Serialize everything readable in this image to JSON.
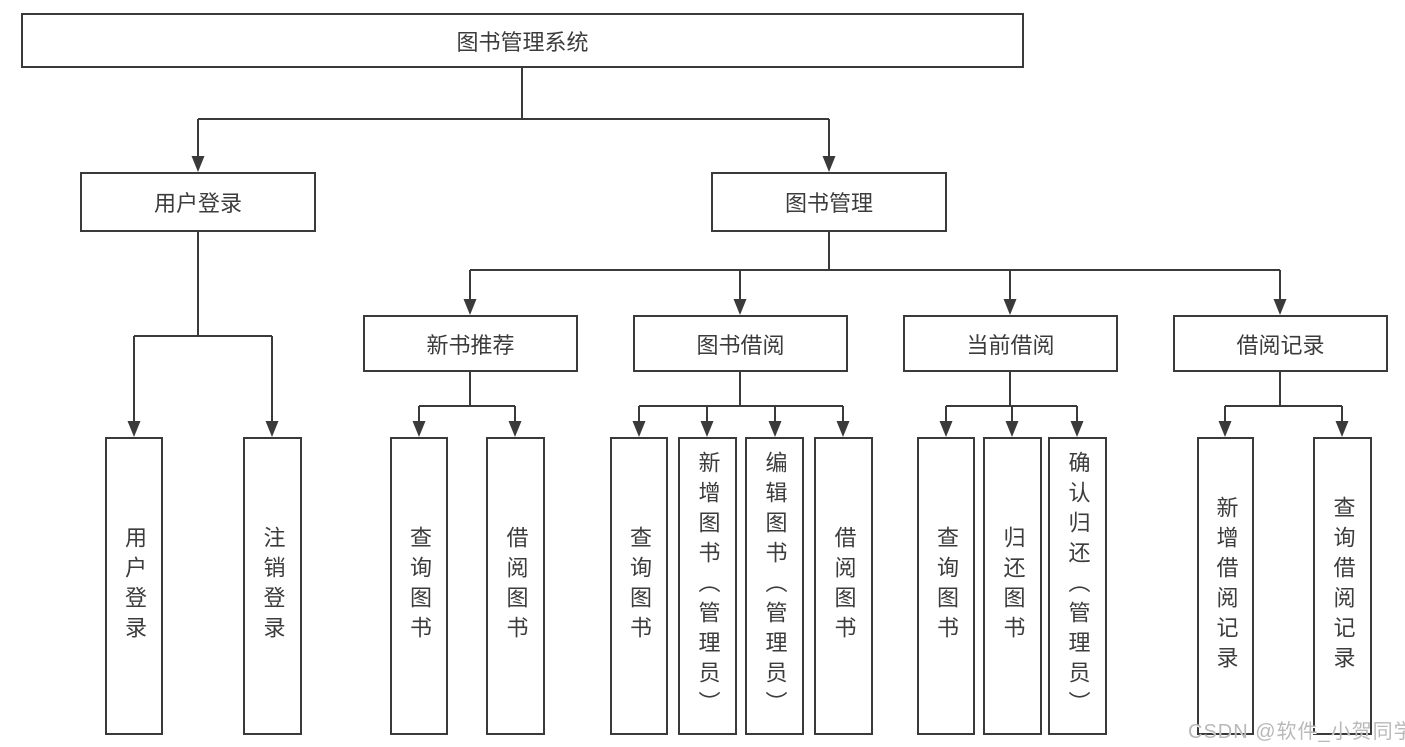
{
  "tree": {
    "root": "图书管理系统",
    "branches": [
      {
        "label": "用户登录",
        "children": [
          "用户登录",
          "注销登录"
        ]
      },
      {
        "label": "图书管理",
        "children": [
          {
            "label": "新书推荐",
            "children": [
              "查询图书",
              "借阅图书"
            ]
          },
          {
            "label": "图书借阅",
            "children": [
              "查询图书",
              "新增图书（管理员）",
              "编辑图书（管理员）",
              "借阅图书"
            ]
          },
          {
            "label": "当前借阅",
            "children": [
              "查询图书",
              "归还图书",
              "确认归还（管理员）"
            ]
          },
          {
            "label": "借阅记录",
            "children": [
              "新增借阅记录",
              "查询借阅记录"
            ]
          }
        ]
      }
    ]
  },
  "watermark": {
    "text": "CSDN @软件_小贺同学"
  },
  "colors": {
    "line": "#3a3a3a",
    "text": "#3c3c3c",
    "watermark": "#b9b9b9",
    "background": "#ffffff"
  }
}
